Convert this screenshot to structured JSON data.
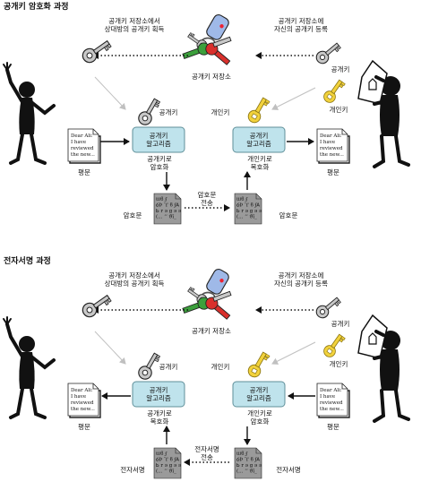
{
  "sections": [
    {
      "title": "공개키 암호화 과정",
      "fetch_caption": [
        "공개키 저장소에서",
        "상대방의 공개키 획득"
      ],
      "register_caption": [
        "공개키 저장소에",
        "자신의 공개키 등록"
      ],
      "store_label": "공개키 저장소",
      "public_key_label": "공개키",
      "private_key_label": "개인키",
      "private_key_label_right": "개인키",
      "public_key_label_right": "공개키",
      "left_box": [
        "공개키",
        "알고리즘"
      ],
      "right_box": [
        "공개키",
        "알고리즘"
      ],
      "left_box_caption": [
        "공개키로",
        "암호화"
      ],
      "right_box_caption": [
        "개인키로",
        "복호화"
      ],
      "left_doc_caption": "평문",
      "right_doc_caption": "평문",
      "transfer_caption": [
        "암호문",
        "전송"
      ],
      "left_cipher_caption": "암호문",
      "right_cipher_caption": "암호문"
    },
    {
      "title": "전자서명 과정",
      "fetch_caption": [
        "공개키 저장소에서",
        "상대방의 공개키 획득"
      ],
      "register_caption": [
        "공개키 저장소에",
        "자신의 공개키 등록"
      ],
      "store_label": "공개키 저장소",
      "public_key_label": "공개키",
      "private_key_label": "개인키",
      "private_key_label_right": "개인키",
      "public_key_label_right": "공개키",
      "left_box": [
        "공개키",
        "알고리즘"
      ],
      "right_box": [
        "공개키",
        "알고리즘"
      ],
      "left_box_caption": [
        "공개키로",
        "복호화"
      ],
      "right_box_caption": [
        "개인키로",
        "암호화"
      ],
      "left_doc_caption": "평문",
      "right_doc_caption": "평문",
      "transfer_caption": [
        "전자서명",
        "전송"
      ],
      "left_cipher_caption": "전자서명",
      "right_cipher_caption": "전자서명"
    }
  ],
  "plain_doc_text": [
    "Dear Ali:",
    "I have",
    "reviewed",
    "the new..."
  ],
  "cipher_doc_text": [
    "ឃϐ ʄ",
    "ᏵϷ ϓ ϐ  ʄᎪ",
    "Ꮟ r ə g ə ə",
    "(... ʼʼ ϑȋ_"
  ],
  "colors": {
    "box_fill": "#bfe3ec",
    "key_public": "#c8c8c8",
    "key_private": "#f2d23c",
    "key_red": "#d9302c",
    "key_green": "#3ca03c",
    "fob_blue": "#9fb9e8"
  },
  "icons": [
    "keyring-icon",
    "public-key-icon",
    "private-key-icon",
    "person-left-icon",
    "person-right-icon",
    "document-icon",
    "cipher-document-icon"
  ]
}
